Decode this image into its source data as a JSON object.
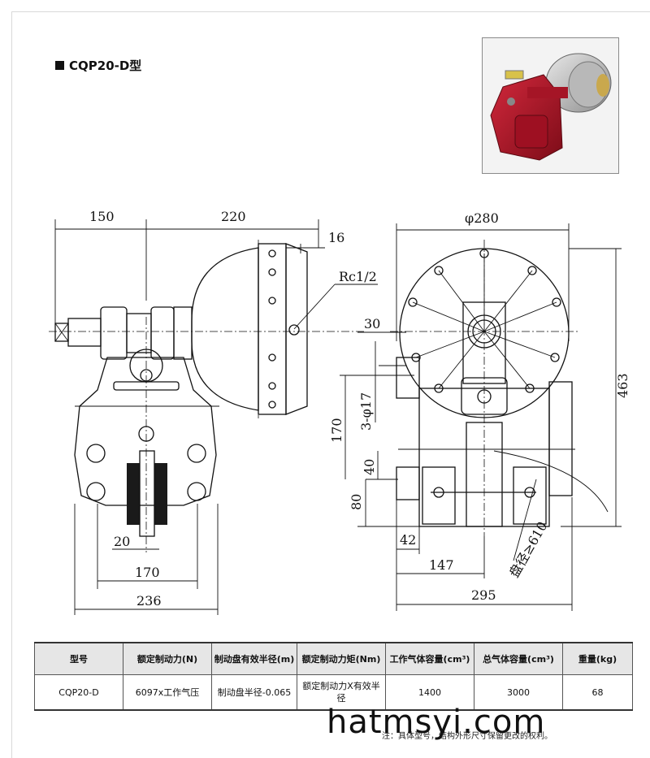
{
  "title": "CQP20-D型",
  "dimensions": {
    "d150": "150",
    "d220": "220",
    "d16": "16",
    "rc": "Rc1/2",
    "d20": "20",
    "d170a": "170",
    "d236": "236",
    "d280": "φ280",
    "d30": "30",
    "d17": "3-φ17",
    "d170b": "170",
    "d40": "40",
    "d80": "80",
    "d42": "42",
    "d147": "147",
    "d295": "295",
    "d463": "463",
    "d610": "盘径≥610"
  },
  "table": {
    "headers": [
      "型号",
      "额定制动力(N)",
      "制动盘有效半径(m)",
      "额定制动力矩(Nm)",
      "工作气体容量(cm³)",
      "总气体容量(cm³)",
      "重量(kg)"
    ],
    "rows": [
      [
        "CQP20-D",
        "6097x工作气压",
        "制动盘半径-0.065",
        "额定制动力X有效半径",
        "1400",
        "3000",
        "68"
      ]
    ]
  },
  "note": "注：具体型号，结构外形尺寸保留更改的权利。",
  "watermark": "hatmsyi.com",
  "colors": {
    "brake_red": "#b3162a",
    "housing_gray": "#c8c8c8"
  }
}
